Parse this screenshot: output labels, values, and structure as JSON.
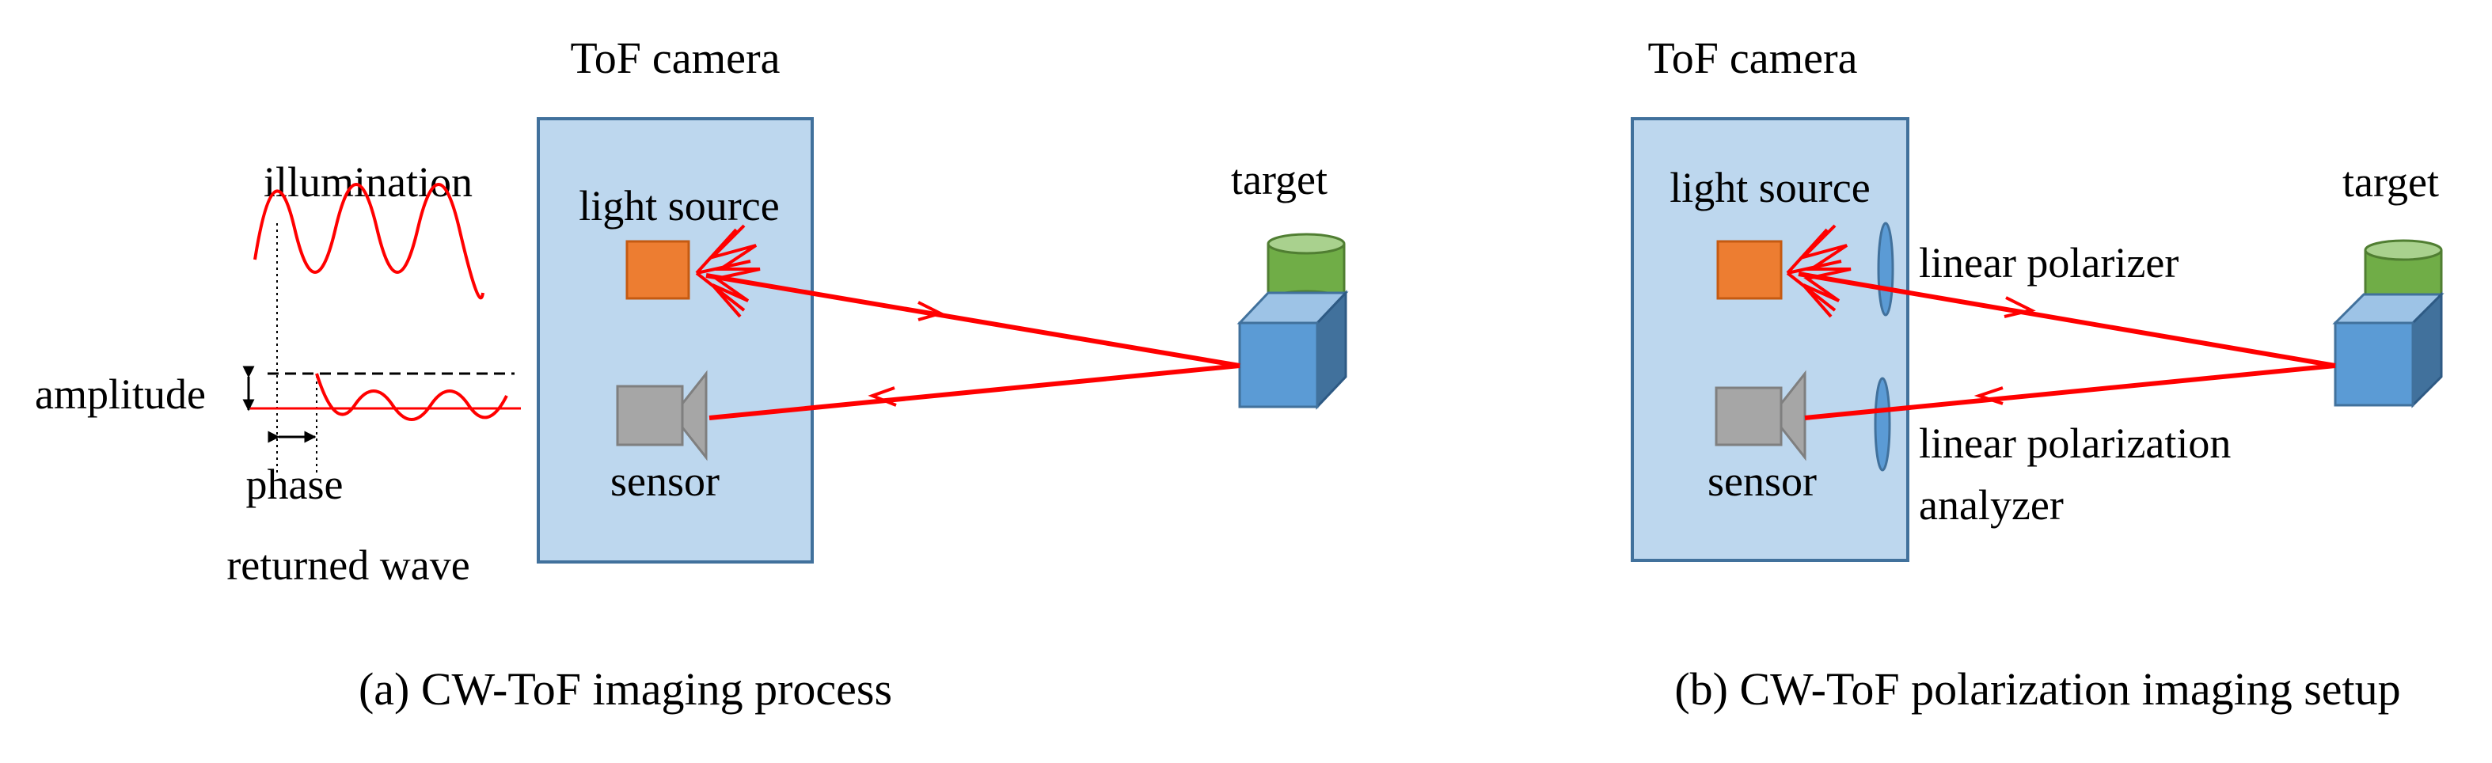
{
  "panel_a": {
    "camera_label": "ToF camera",
    "light_source_label": "light source",
    "sensor_label": "sensor",
    "target_label": "target",
    "illumination_label": "illumination",
    "amplitude_label": "amplitude",
    "phase_label": "phase",
    "returned_wave_label": "returned wave",
    "caption": "(a) CW-ToF imaging process"
  },
  "panel_b": {
    "camera_label": "ToF camera",
    "light_source_label": "light source",
    "sensor_label": "sensor",
    "target_label": "target",
    "polarizer_label": "linear polarizer",
    "analyzer_label_line1": "linear polarization",
    "analyzer_label_line2": "analyzer",
    "caption": "(b) CW-ToF polarization imaging setup"
  },
  "colors": {
    "camera_fill": "#bdd7ee",
    "camera_stroke": "#41719c",
    "light_source": "#ed7d31",
    "sensor": "#a6a6a6",
    "beam": "#ff0000",
    "cube": "#5b9bd5",
    "cylinder": "#70ad47",
    "polarizer": "#5b9bd5"
  }
}
